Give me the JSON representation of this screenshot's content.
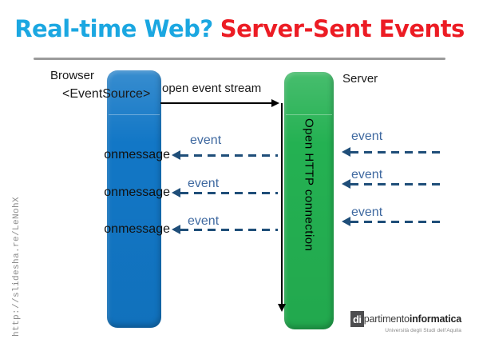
{
  "title": {
    "question": "Real-time Web?",
    "answer": "Server-Sent Events",
    "question_color": "#1BA7E1",
    "answer_color": "#EC1C24"
  },
  "side_link": "http://slidesha.re/LeNohX",
  "diagram": {
    "browser": {
      "label": "Browser",
      "api_label": "<EventSource>",
      "bar_color": "#1277C6",
      "handlers": [
        "onmessage",
        "onmessage",
        "onmessage"
      ]
    },
    "server": {
      "label": "Server",
      "connection_label": "Open HTTP connection",
      "bar_color": "#24B152"
    },
    "open_stream_label": "open event stream",
    "browser_events": [
      "event",
      "event",
      "event"
    ],
    "server_events": [
      "event",
      "event",
      "event"
    ],
    "arrow_color": "#1F4E79",
    "event_text_color": "#3F69A0"
  },
  "footer": {
    "logo_box": "di",
    "logo_regular": "partimento",
    "logo_bold": "informatica",
    "logo_subtitle": "Università degli Studi dell'Aquila"
  }
}
